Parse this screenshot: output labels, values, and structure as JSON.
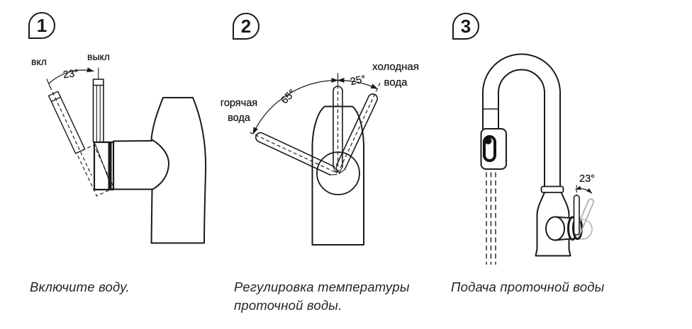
{
  "panels": [
    {
      "number": "1",
      "caption": "Включите воду.",
      "labels": {
        "on": "вкл",
        "off": "выкл",
        "angle": "23°"
      }
    },
    {
      "number": "2",
      "caption": "Регулировка температуры проточной воды.",
      "labels": {
        "hot": "горячая вода",
        "cold": "холодная вода",
        "angle_hot": "65°",
        "angle_cold": "25°"
      }
    },
    {
      "number": "3",
      "caption": "Подача проточной воды",
      "labels": {
        "angle": "23°"
      }
    }
  ],
  "colors": {
    "line": "#1a1a1a",
    "ghost": "#b5b5b5",
    "text": "#1d1d1d",
    "background": "#ffffff"
  }
}
